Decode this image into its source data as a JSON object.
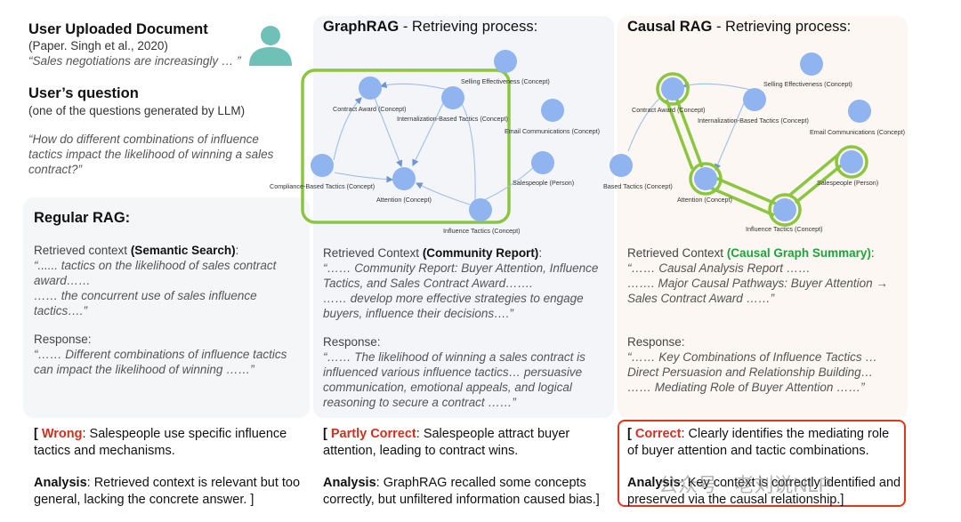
{
  "left": {
    "doc_title": "User Uploaded Document",
    "doc_cite": "(Paper. Singh et al., 2020)",
    "doc_quote": "“Sales negotiations are increasingly … ”",
    "q_title": "User’s question",
    "q_sub": "(one of the questions generated by LLM)",
    "q_text": "“How do different combinations of influence tactics impact the likelihood of winning a sales contract?”"
  },
  "regular": {
    "title": "Regular RAG:",
    "ctx_label": "Retrieved context ",
    "ctx_method": "(Semantic Search)",
    "ctx_colon": ":",
    "ctx_text": "“...... tactics on the likelihood of sales contract award……\n…… the concurrent use of sales influence tactics….”",
    "resp_label": "Response:",
    "resp_text": "“…… Different combinations of influence tactics can impact the likelihood of winning ……”",
    "verdict_open": "[ ",
    "verdict": "Wrong",
    "verdict_text": ": Salespeople use specific influence tactics and mechanisms.",
    "analysis_label": "Analysis",
    "analysis_text": ": Retrieved context is relevant but too general, lacking the concrete answer. ]"
  },
  "graphrag": {
    "title_bold": "GraphRAG",
    "title_rest": " - Retrieving process:",
    "ctx_label": "Retrieved Context ",
    "ctx_method": "(Community Report)",
    "ctx_colon": ":",
    "ctx_text": "“…… Community Report: Buyer Attention, Influence Tactics, and Sales Contract Award…….\n…… develop more effective strategies to engage buyers, influence their decisions….”",
    "resp_label": "Response:",
    "resp_text": "“…… The likelihood of winning a sales contract is influenced various influence tactics… persuasive communication, emotional appeals, and logical reasoning to secure a contract ……”",
    "verdict_open": "[ ",
    "verdict": "Partly Correct",
    "verdict_text": ": Salespeople attract buyer attention, leading to contract wins.",
    "analysis_label": "Analysis",
    "analysis_text": ": GraphRAG recalled some concepts correctly, but unfiltered information caused bias.]",
    "nodes": {
      "contract": "Contract Award (Concept)",
      "selling": "Selling Effectiveness (Concept)",
      "intern": "Internalization-Based Tactics (Concept)",
      "email": "Email Communications (Concept)",
      "compliance": "Compliance-Based Tactics (Concept)",
      "attention": "Attention (Concept)",
      "salespeople": "Salespeople (Person)",
      "influence": "Influence Tactics (Concept)"
    }
  },
  "causal": {
    "title_bold": "Causal RAG",
    "title_rest": " - Retrieving process:",
    "ctx_label": "Retrieved Context ",
    "ctx_method": "(Causal Graph Summary)",
    "ctx_colon": ":",
    "ctx_text": "“…… Causal Analysis Report ……\n……. Major Causal Pathways: Buyer Attention → Sales Contract Award ……”",
    "resp_label": "Response:",
    "resp_text": "“…… Key Combinations of Influence Tactics …\nDirect Persuasion and Relationship Building…\n…… Mediating Role of Buyer Attention ……”",
    "verdict_open": "[ ",
    "verdict": "Correct",
    "verdict_text": ": Clearly identifies the mediating role of buyer attention and tactic combinations.",
    "analysis_label": "Analysis",
    "analysis_text": ": Key context is correctly identified and preserved via the causal relationship.]",
    "nodes": {
      "contract": "Contract Award (Concept)",
      "selling": "Selling Effectiveness (Concept)",
      "intern": "Internalization-Based Tactics (Concept)",
      "email": "Email Communications (Concept)",
      "compliance": "Based Tactics (Concept)",
      "attention": "Attention (Concept)",
      "salespeople": "Salespeople (Person)",
      "influence": "Influence Tactics (Concept)"
    }
  },
  "watermark": "公众号 · 老刘说NLP",
  "colors": {
    "red": "#d32f1e",
    "green": "#1fa33a",
    "highlight": "#8cc63f",
    "node": "#8fb4ef",
    "edge": "#9fbfe8"
  }
}
